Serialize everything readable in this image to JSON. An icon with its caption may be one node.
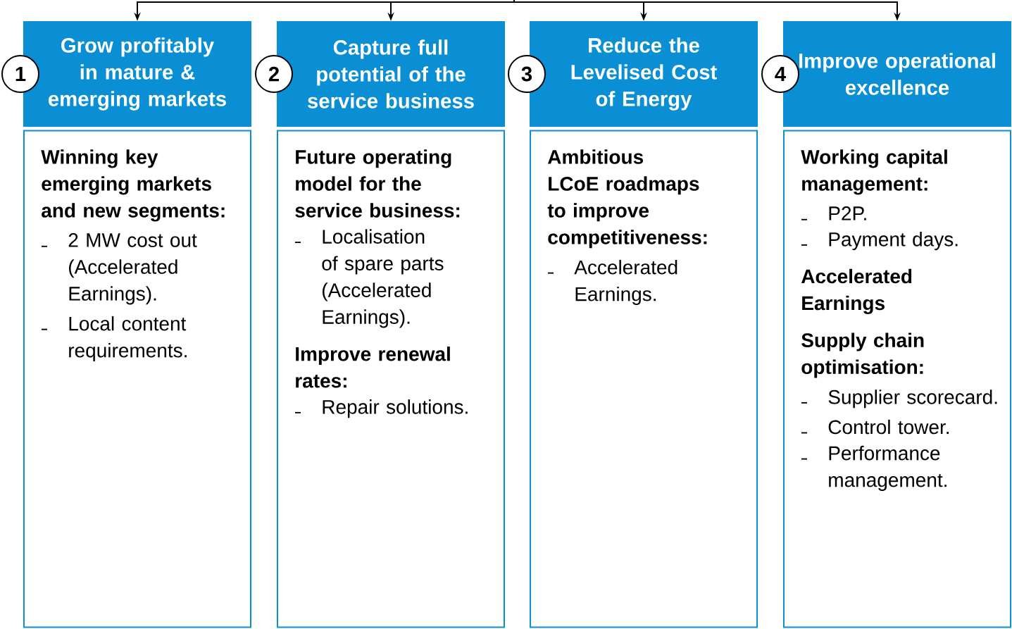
{
  "diagram": {
    "nodes": [
      {
        "text": [
          "Grow profitably in mature & emerging markets"
        ]
      },
      {
        "text": [
          "1"
        ]
      },
      {
        "text": [
          "Winning key emerging markets and new segments:",
          "2 MW cost out (Accelerated Earnings).",
          "Local content requirements."
        ]
      },
      {
        "text": [
          "Capture full potential of the service business"
        ]
      },
      {
        "text": [
          "2"
        ]
      },
      {
        "text": [
          "Future operating model for the service business:",
          "Localisation of spare parts (Accelerated Earnings).",
          "Improve renewal rates:",
          "Repair solutions."
        ]
      },
      {
        "text": [
          "Reduce the Levelised Cost of Energy"
        ]
      },
      {
        "text": [
          "3"
        ]
      },
      {
        "text": [
          "Ambitious LCoE roadmaps to improve competitiveness:",
          "Accelerated Earnings."
        ]
      },
      {
        "text": [
          "Improve operational excellence"
        ]
      },
      {
        "text": [
          "4"
        ]
      },
      {
        "text": [
          "Working capital management:",
          "P2P.",
          "Payment days.",
          "Accelerated Earnings",
          "Supply chain optimisation:",
          "Supplier scorecard.",
          "Control tower.",
          "Performance management."
        ]
      }
    ],
    "edges": [
      {
        "from": null,
        "to": 0,
        "arrow": "to"
      },
      {
        "from": null,
        "to": 3,
        "arrow": "to"
      },
      {
        "from": null,
        "to": 6,
        "arrow": "to"
      },
      {
        "from": null,
        "to": 9,
        "arrow": "to"
      }
    ]
  }
}
